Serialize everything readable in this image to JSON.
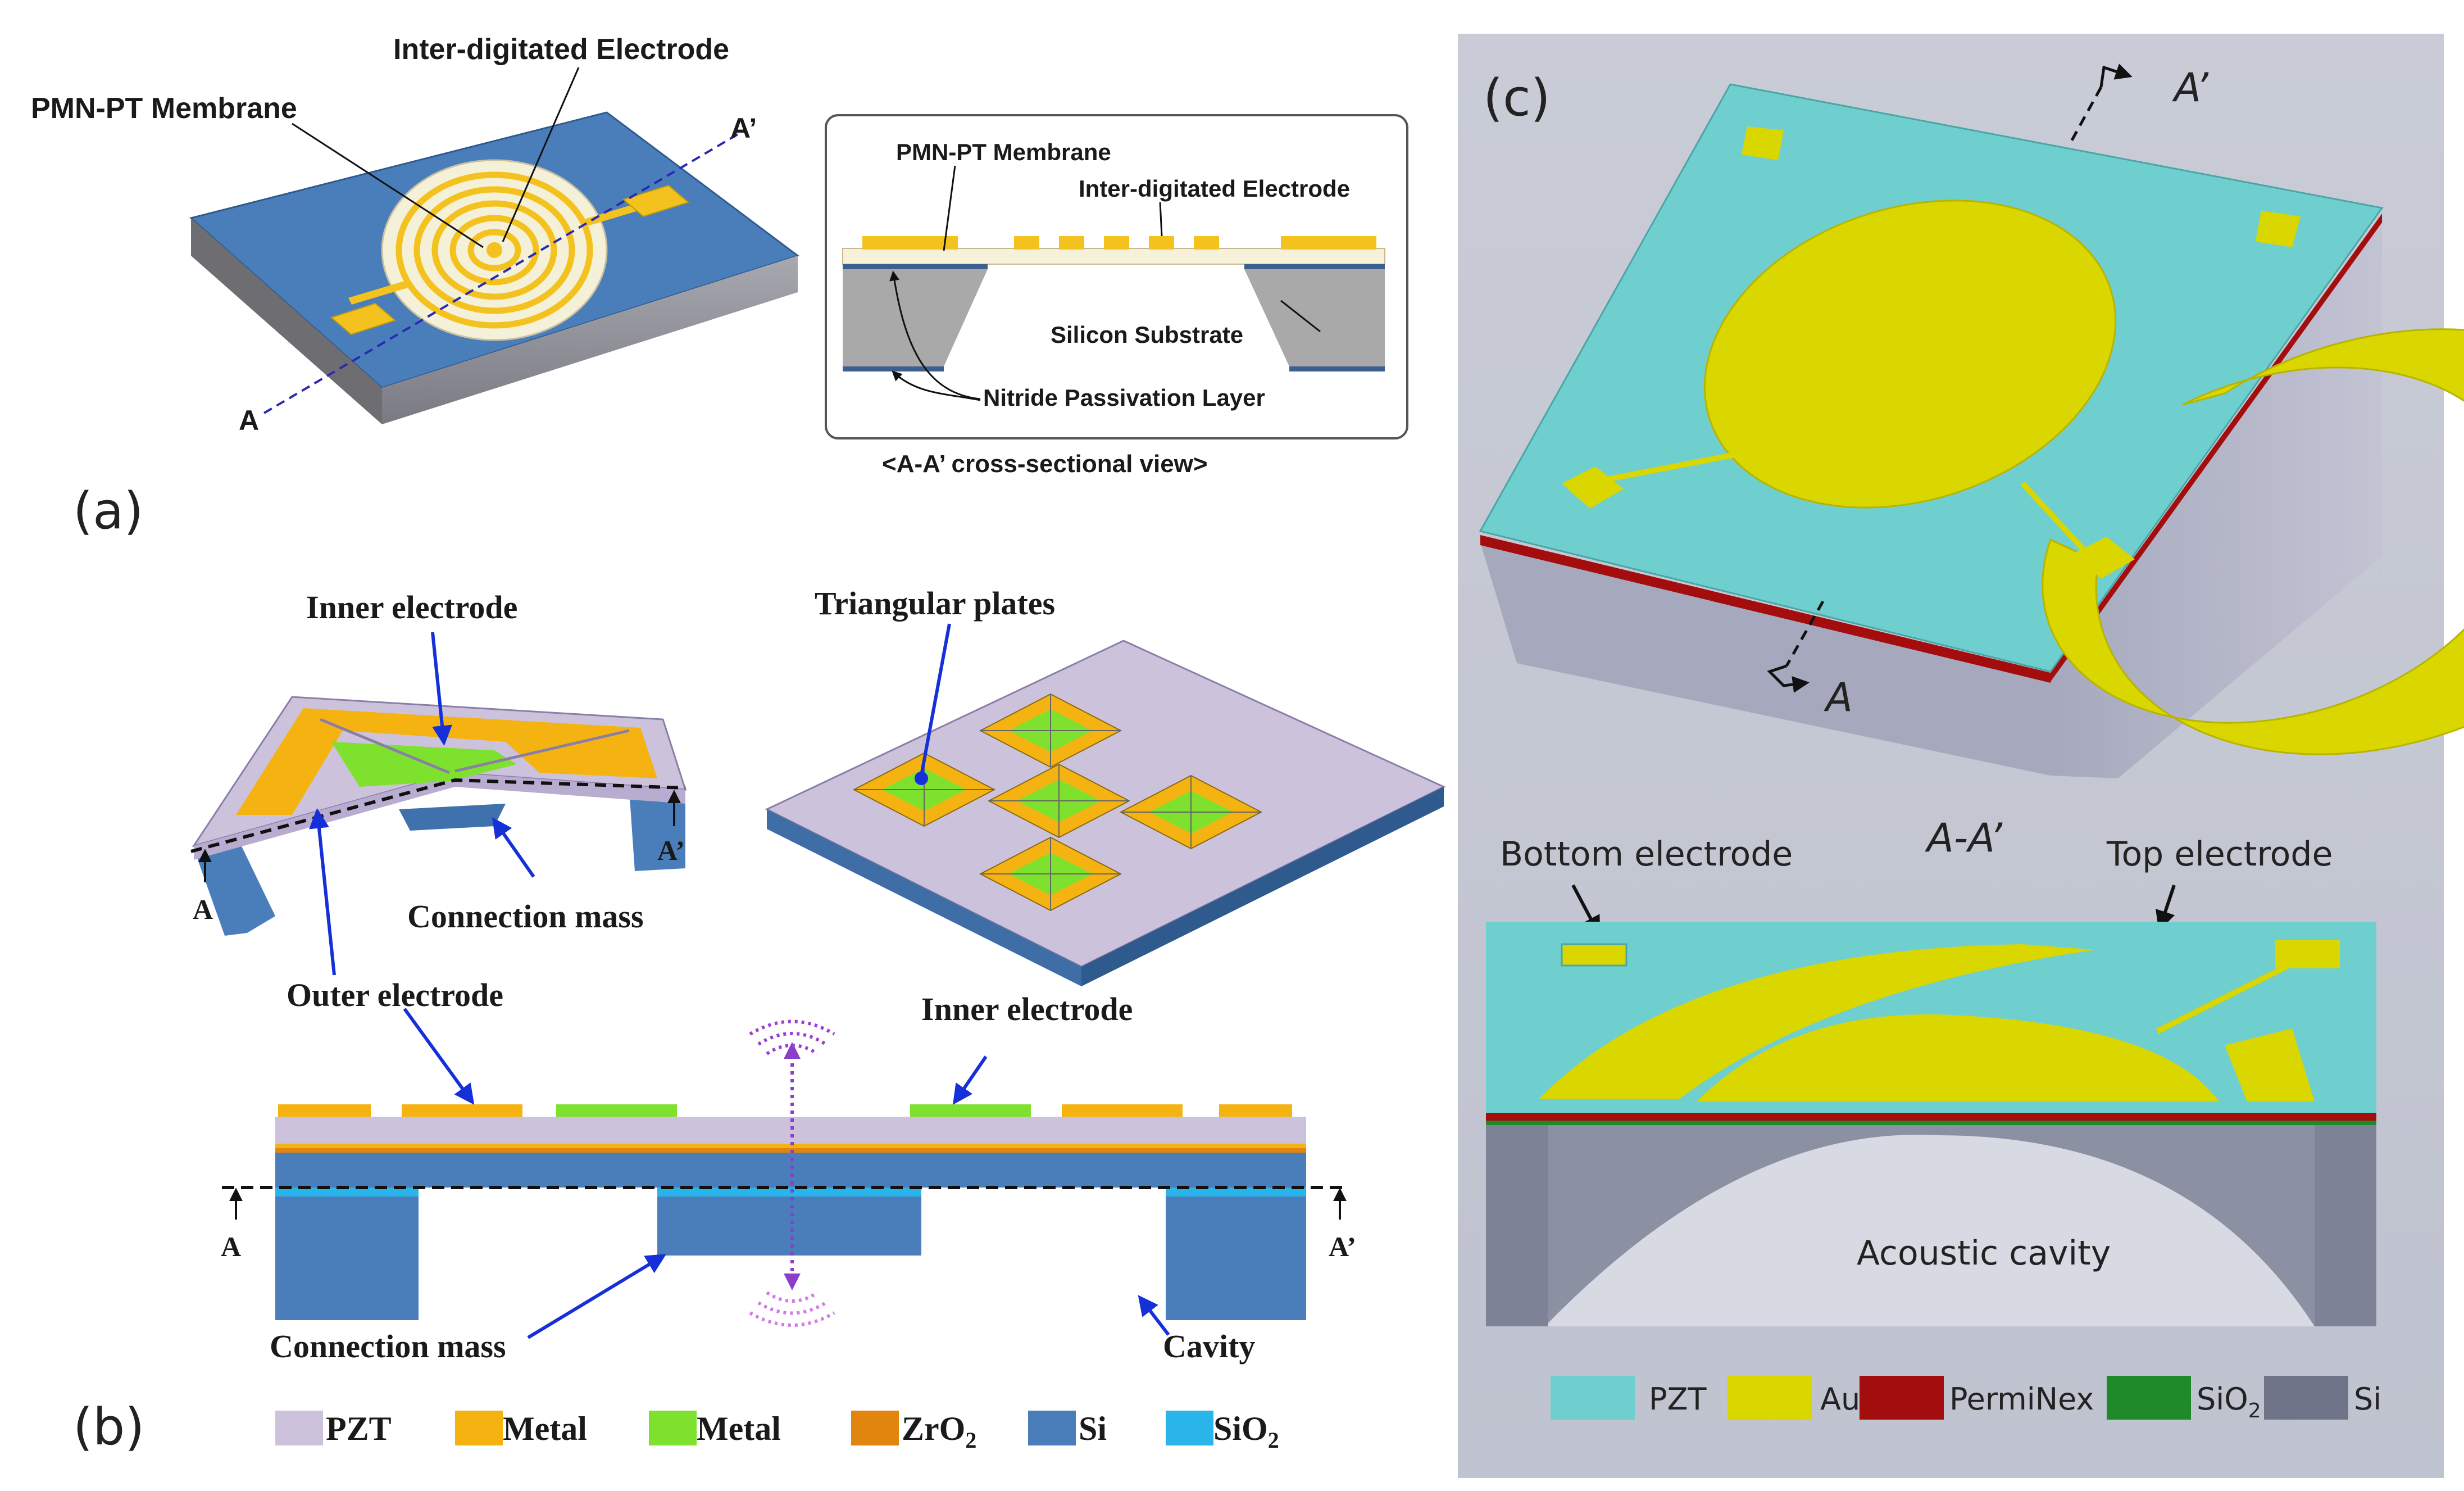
{
  "panel_a": {
    "letter": "(a)",
    "iso": {
      "membrane_label": "PMN-PT Membrane",
      "electrode_label": "Inter-digitated Electrode",
      "axis_start": "A",
      "axis_end": "A’"
    },
    "cross_section": {
      "membrane_label": "PMN-PT Membrane",
      "electrode_label": "Inter-digitated Electrode",
      "substrate_label": "Silicon Substrate",
      "nitride_label": "Nitride Passivation Layer",
      "caption": "<A-A’ cross-sectional view>"
    }
  },
  "panel_b": {
    "letter": "(b)",
    "labels": {
      "inner_electrode_top": "Inner electrode",
      "triangular_plates": "Triangular plates",
      "connection_mass_top": "Connection mass",
      "outer_electrode": "Outer electrode",
      "inner_electrode_mid": "Inner electrode",
      "connection_mass_bottom": "Connection mass",
      "cavity": "Cavity",
      "a_left_top": "A",
      "a_right_top": "A’",
      "a_left_bottom": "A",
      "a_right_bottom": "A’"
    },
    "legend": [
      {
        "label": "PZT",
        "color": "#cdc2dc"
      },
      {
        "label": "Metal",
        "color": "#f5b312"
      },
      {
        "label": "Metal",
        "color": "#7ee12d"
      },
      {
        "label": "ZrO",
        "sub": "2",
        "color": "#e0860f"
      },
      {
        "label": "Si",
        "color": "#4a7ebb"
      },
      {
        "label": "SiO",
        "sub": "2",
        "color": "#29b4ea"
      }
    ]
  },
  "panel_c": {
    "letter": "(c)",
    "labels": {
      "a_top": "A’",
      "a_bottom": "A",
      "section": "A-A’",
      "bottom_electrode": "Bottom electrode",
      "top_electrode": "Top electrode",
      "acoustic_cavity": "Acoustic cavity"
    },
    "legend": [
      {
        "label": "PZT",
        "color": "#6fcfcf"
      },
      {
        "label": "Au",
        "color": "#d9d600"
      },
      {
        "label": "PermiNex",
        "color": "#a30d0d"
      },
      {
        "label": "SiO",
        "sub": "2",
        "color": "#1f8a2a"
      },
      {
        "label": "Si",
        "color": "#6f7488"
      }
    ]
  }
}
